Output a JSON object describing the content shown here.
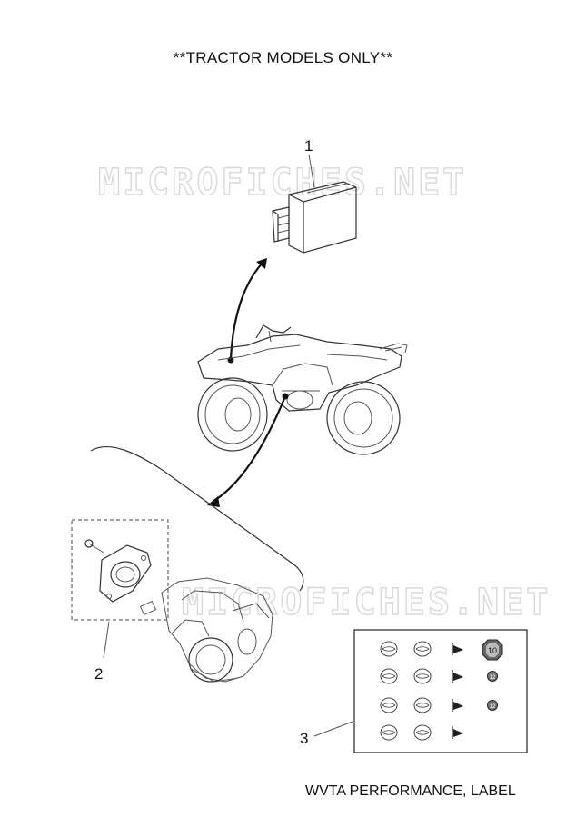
{
  "header": {
    "title": "**TRACTOR MODELS ONLY**"
  },
  "footer": {
    "caption": "WVTA PERFORMANCE, LABEL"
  },
  "watermark": {
    "text": "MICROFICHES.NET"
  },
  "callouts": [
    "1",
    "2",
    "3"
  ],
  "colors": {
    "line": "#333333",
    "watermark": "#d9d9d9",
    "background": "#ffffff"
  },
  "label_sheet": {
    "badges": [
      "10",
      "12",
      "12"
    ]
  }
}
